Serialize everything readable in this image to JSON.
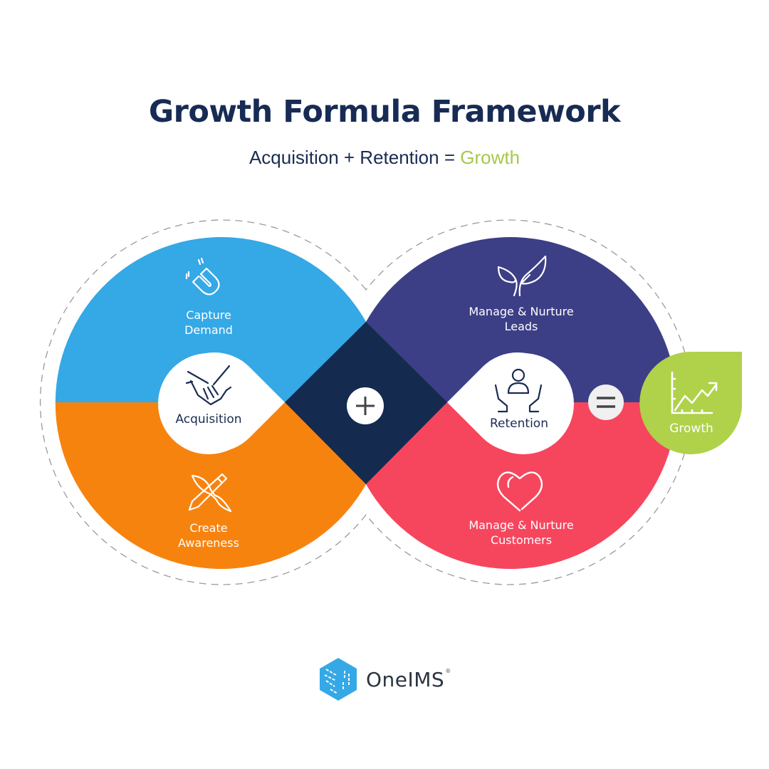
{
  "header": {
    "title": "Growth Formula Framework",
    "subtitle_prefix": "Acquisition + Retention = ",
    "subtitle_accent": "Growth"
  },
  "diagram": {
    "left_lobe": {
      "top": {
        "label_line1": "Capture",
        "label_line2": "Demand",
        "icon": "magnet-icon",
        "color": "#35a8e6"
      },
      "bottom": {
        "label_line1": "Create",
        "label_line2": "Awareness",
        "icon": "pencil-brush-icon",
        "color": "#f7830f"
      },
      "center": {
        "label": "Acquisition",
        "icon": "handshake-icon"
      }
    },
    "right_lobe": {
      "top": {
        "label_line1": "Manage & Nurture",
        "label_line2": "Leads",
        "icon": "sprout-icon",
        "color": "#3c3f86"
      },
      "bottom": {
        "label_line1": "Manage & Nurture",
        "label_line2": "Customers",
        "icon": "heart-icon",
        "color": "#f6465e"
      },
      "center": {
        "label": "Retention",
        "icon": "hands-person-icon"
      }
    },
    "center_diamond": {
      "color": "#142a4f",
      "operator": "+"
    },
    "equals_operator": "=",
    "result": {
      "label": "Growth",
      "icon": "growth-chart-icon",
      "color": "#b0d14a"
    },
    "dashed_outline_color": "#9a9a9a",
    "text_dark": "#1a2c52"
  },
  "footer": {
    "logo_text": "OneIMS",
    "logo_mark": "®",
    "logo_color": "#35a8e6"
  }
}
